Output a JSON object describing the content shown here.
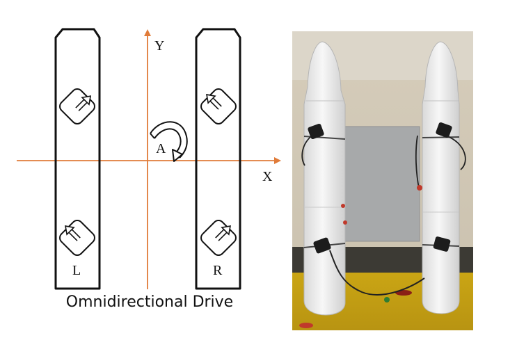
{
  "diagram": {
    "axis_x_label": "X",
    "axis_y_label": "Y",
    "rotation_label": "A",
    "left_hull_label": "L",
    "right_hull_label": "R",
    "caption": "Omnidirectional Drive",
    "axis_color": "#e07b39",
    "outline_color": "#111111"
  },
  "photo": {
    "subject": "catamaran-hulls-photo"
  }
}
